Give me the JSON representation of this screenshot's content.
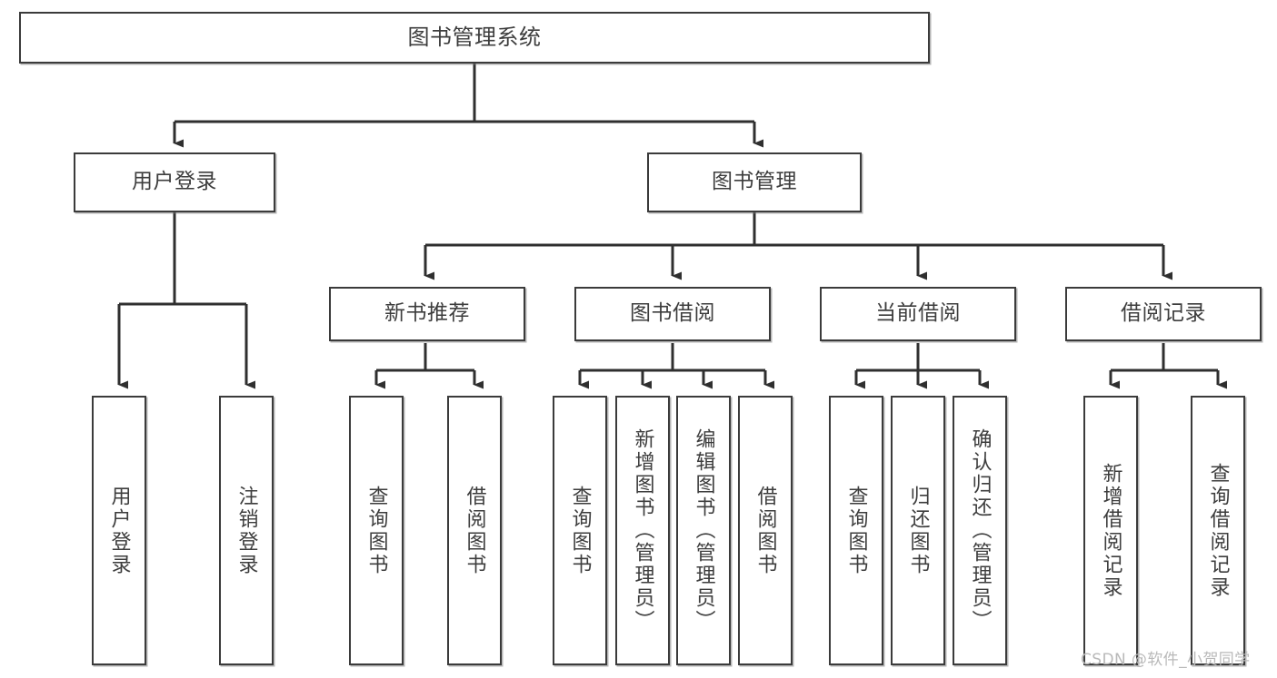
{
  "diagram": {
    "type": "tree",
    "title": "图书管理系统",
    "orientation": "top-down",
    "colors": {
      "node_border": "#3b3b3b",
      "node_fill": "#ffffff",
      "edge": "#333333",
      "text": "#3d3d3d",
      "watermark": "#b9b9b9",
      "background": "#ffffff"
    }
  },
  "watermark": {
    "text": "CSDN @软件_小贺同学"
  },
  "nodes": {
    "root": {
      "label": "图书管理系统"
    },
    "level2": [
      {
        "id": "user-login",
        "label": "用户登录"
      },
      {
        "id": "book-manage",
        "label": "图书管理"
      }
    ],
    "level3": [
      {
        "id": "new-book-recommend",
        "label": "新书推荐"
      },
      {
        "id": "book-borrow",
        "label": "图书借阅"
      },
      {
        "id": "current-borrow",
        "label": "当前借阅"
      },
      {
        "id": "borrow-record",
        "label": "借阅记录"
      }
    ],
    "leaves": {
      "user-login": [
        {
          "id": "leaf-user-login",
          "label": "用户登录"
        },
        {
          "id": "leaf-logout",
          "label": "注销登录"
        }
      ],
      "new-book-recommend": [
        {
          "id": "leaf-query-book-1",
          "label": "查询图书"
        },
        {
          "id": "leaf-borrow-book-1",
          "label": "借阅图书"
        }
      ],
      "book-borrow": [
        {
          "id": "leaf-query-book-2",
          "label": "查询图书"
        },
        {
          "id": "leaf-add-book",
          "label": "新增图书（管理员）"
        },
        {
          "id": "leaf-edit-book",
          "label": "编辑图书（管理员）"
        },
        {
          "id": "leaf-borrow-book-2",
          "label": "借阅图书"
        }
      ],
      "current-borrow": [
        {
          "id": "leaf-query-book-3",
          "label": "查询图书"
        },
        {
          "id": "leaf-return-book",
          "label": "归还图书"
        },
        {
          "id": "leaf-confirm-return",
          "label": "确认归还（管理员）"
        }
      ],
      "borrow-record": [
        {
          "id": "leaf-add-record",
          "label": "新增借阅记录"
        },
        {
          "id": "leaf-query-record",
          "label": "查询借阅记录"
        }
      ]
    }
  }
}
